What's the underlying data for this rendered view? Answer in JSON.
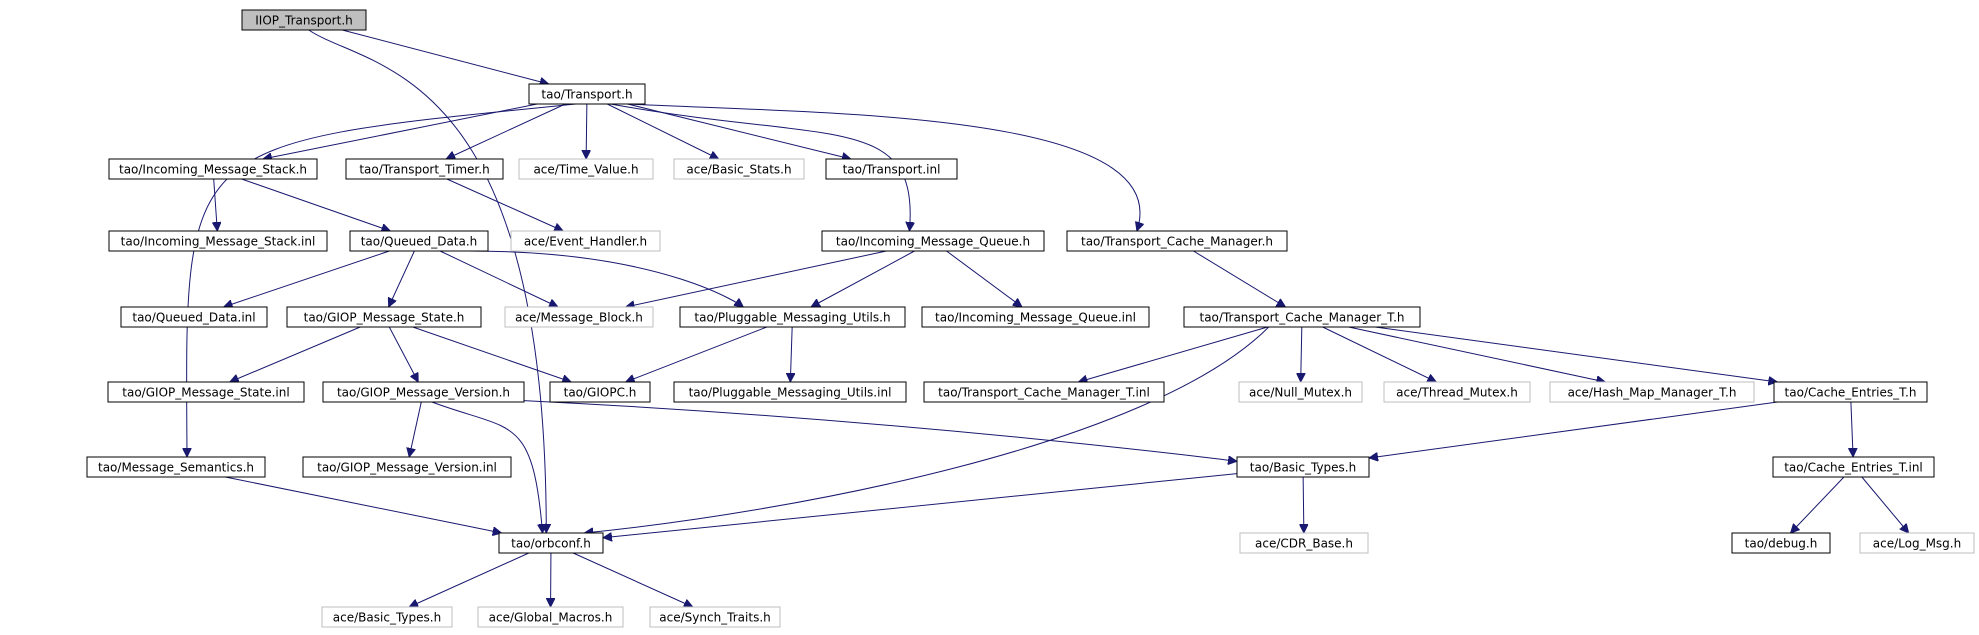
{
  "colors": {
    "edge": "#191970",
    "border_local": "#000000",
    "border_external": "#bfbfbf",
    "fill_root": "#bfbfbf",
    "fill_default": "#ffffff",
    "text": "#000000"
  },
  "nodes": [
    {
      "id": "n_iiop_transport",
      "label": "IIOP_Transport.h",
      "kind": "root"
    },
    {
      "id": "n_transport_h",
      "label": "tao/Transport.h",
      "kind": "local"
    },
    {
      "id": "n_incoming_stack_h",
      "label": "tao/Incoming_Message_Stack.h",
      "kind": "local"
    },
    {
      "id": "n_transport_timer_h",
      "label": "tao/Transport_Timer.h",
      "kind": "local"
    },
    {
      "id": "n_time_value_h",
      "label": "ace/Time_Value.h",
      "kind": "external"
    },
    {
      "id": "n_basic_stats_h",
      "label": "ace/Basic_Stats.h",
      "kind": "external"
    },
    {
      "id": "n_transport_inl",
      "label": "tao/Transport.inl",
      "kind": "local"
    },
    {
      "id": "n_incoming_stack_inl",
      "label": "tao/Incoming_Message_Stack.inl",
      "kind": "local"
    },
    {
      "id": "n_queued_data_h",
      "label": "tao/Queued_Data.h",
      "kind": "local"
    },
    {
      "id": "n_event_handler_h",
      "label": "ace/Event_Handler.h",
      "kind": "external"
    },
    {
      "id": "n_incoming_queue_h",
      "label": "tao/Incoming_Message_Queue.h",
      "kind": "local"
    },
    {
      "id": "n_tcm_h",
      "label": "tao/Transport_Cache_Manager.h",
      "kind": "local"
    },
    {
      "id": "n_queued_data_inl",
      "label": "tao/Queued_Data.inl",
      "kind": "local"
    },
    {
      "id": "n_giop_state_h",
      "label": "tao/GIOP_Message_State.h",
      "kind": "local"
    },
    {
      "id": "n_message_block_h",
      "label": "ace/Message_Block.h",
      "kind": "external"
    },
    {
      "id": "n_pluggable_utils_h",
      "label": "tao/Pluggable_Messaging_Utils.h",
      "kind": "local"
    },
    {
      "id": "n_incoming_queue_inl",
      "label": "tao/Incoming_Message_Queue.inl",
      "kind": "local"
    },
    {
      "id": "n_tcm_t_h",
      "label": "tao/Transport_Cache_Manager_T.h",
      "kind": "local"
    },
    {
      "id": "n_giop_state_inl",
      "label": "tao/GIOP_Message_State.inl",
      "kind": "local"
    },
    {
      "id": "n_giop_version_h",
      "label": "tao/GIOP_Message_Version.h",
      "kind": "local"
    },
    {
      "id": "n_giopc_h",
      "label": "tao/GIOPC.h",
      "kind": "local"
    },
    {
      "id": "n_pluggable_utils_inl",
      "label": "tao/Pluggable_Messaging_Utils.inl",
      "kind": "local"
    },
    {
      "id": "n_tcm_t_inl",
      "label": "tao/Transport_Cache_Manager_T.inl",
      "kind": "local"
    },
    {
      "id": "n_null_mutex_h",
      "label": "ace/Null_Mutex.h",
      "kind": "external"
    },
    {
      "id": "n_thread_mutex_h",
      "label": "ace/Thread_Mutex.h",
      "kind": "external"
    },
    {
      "id": "n_hash_map_h",
      "label": "ace/Hash_Map_Manager_T.h",
      "kind": "external"
    },
    {
      "id": "n_cache_entries_h",
      "label": "tao/Cache_Entries_T.h",
      "kind": "local"
    },
    {
      "id": "n_msg_semantics_h",
      "label": "tao/Message_Semantics.h",
      "kind": "local"
    },
    {
      "id": "n_giop_version_inl",
      "label": "tao/GIOP_Message_Version.inl",
      "kind": "local"
    },
    {
      "id": "n_tao_basic_types_h",
      "label": "tao/Basic_Types.h",
      "kind": "local"
    },
    {
      "id": "n_cache_entries_inl",
      "label": "tao/Cache_Entries_T.inl",
      "kind": "local"
    },
    {
      "id": "n_orbconf_h",
      "label": "tao/orbconf.h",
      "kind": "local"
    },
    {
      "id": "n_cdr_base_h",
      "label": "ace/CDR_Base.h",
      "kind": "external"
    },
    {
      "id": "n_debug_h",
      "label": "tao/debug.h",
      "kind": "local"
    },
    {
      "id": "n_log_msg_h",
      "label": "ace/Log_Msg.h",
      "kind": "external"
    },
    {
      "id": "n_ace_basic_types_h",
      "label": "ace/Basic_Types.h",
      "kind": "external"
    },
    {
      "id": "n_global_macros_h",
      "label": "ace/Global_Macros.h",
      "kind": "external"
    },
    {
      "id": "n_synch_traits_h",
      "label": "ace/Synch_Traits.h",
      "kind": "external"
    }
  ],
  "edges": [
    {
      "from": "n_iiop_transport",
      "to": "n_transport_h"
    },
    {
      "from": "n_iiop_transport",
      "to": "n_orbconf_h"
    },
    {
      "from": "n_transport_h",
      "to": "n_incoming_stack_h"
    },
    {
      "from": "n_transport_h",
      "to": "n_transport_timer_h"
    },
    {
      "from": "n_transport_h",
      "to": "n_time_value_h"
    },
    {
      "from": "n_transport_h",
      "to": "n_basic_stats_h"
    },
    {
      "from": "n_transport_h",
      "to": "n_transport_inl"
    },
    {
      "from": "n_transport_h",
      "to": "n_incoming_queue_h"
    },
    {
      "from": "n_transport_h",
      "to": "n_tcm_h"
    },
    {
      "from": "n_transport_h",
      "to": "n_msg_semantics_h"
    },
    {
      "from": "n_incoming_stack_h",
      "to": "n_incoming_stack_inl"
    },
    {
      "from": "n_incoming_stack_h",
      "to": "n_queued_data_h"
    },
    {
      "from": "n_transport_timer_h",
      "to": "n_event_handler_h"
    },
    {
      "from": "n_queued_data_h",
      "to": "n_queued_data_inl"
    },
    {
      "from": "n_queued_data_h",
      "to": "n_giop_state_h"
    },
    {
      "from": "n_queued_data_h",
      "to": "n_message_block_h"
    },
    {
      "from": "n_queued_data_h",
      "to": "n_pluggable_utils_h"
    },
    {
      "from": "n_incoming_queue_h",
      "to": "n_message_block_h"
    },
    {
      "from": "n_incoming_queue_h",
      "to": "n_pluggable_utils_h"
    },
    {
      "from": "n_incoming_queue_h",
      "to": "n_incoming_queue_inl"
    },
    {
      "from": "n_tcm_h",
      "to": "n_tcm_t_h"
    },
    {
      "from": "n_giop_state_h",
      "to": "n_giop_state_inl"
    },
    {
      "from": "n_giop_state_h",
      "to": "n_giop_version_h"
    },
    {
      "from": "n_giop_state_h",
      "to": "n_giopc_h"
    },
    {
      "from": "n_pluggable_utils_h",
      "to": "n_giopc_h"
    },
    {
      "from": "n_pluggable_utils_h",
      "to": "n_pluggable_utils_inl"
    },
    {
      "from": "n_tcm_t_h",
      "to": "n_tcm_t_inl"
    },
    {
      "from": "n_tcm_t_h",
      "to": "n_null_mutex_h"
    },
    {
      "from": "n_tcm_t_h",
      "to": "n_thread_mutex_h"
    },
    {
      "from": "n_tcm_t_h",
      "to": "n_hash_map_h"
    },
    {
      "from": "n_tcm_t_h",
      "to": "n_cache_entries_h"
    },
    {
      "from": "n_tcm_t_h",
      "to": "n_orbconf_h"
    },
    {
      "from": "n_giop_version_h",
      "to": "n_giop_version_inl"
    },
    {
      "from": "n_giop_version_h",
      "to": "n_orbconf_h"
    },
    {
      "from": "n_giop_version_h",
      "to": "n_tao_basic_types_h"
    },
    {
      "from": "n_cache_entries_h",
      "to": "n_tao_basic_types_h"
    },
    {
      "from": "n_cache_entries_h",
      "to": "n_cache_entries_inl"
    },
    {
      "from": "n_msg_semantics_h",
      "to": "n_orbconf_h"
    },
    {
      "from": "n_tao_basic_types_h",
      "to": "n_orbconf_h"
    },
    {
      "from": "n_tao_basic_types_h",
      "to": "n_cdr_base_h"
    },
    {
      "from": "n_cache_entries_inl",
      "to": "n_debug_h"
    },
    {
      "from": "n_cache_entries_inl",
      "to": "n_log_msg_h"
    },
    {
      "from": "n_orbconf_h",
      "to": "n_ace_basic_types_h"
    },
    {
      "from": "n_orbconf_h",
      "to": "n_global_macros_h"
    },
    {
      "from": "n_orbconf_h",
      "to": "n_synch_traits_h"
    }
  ]
}
